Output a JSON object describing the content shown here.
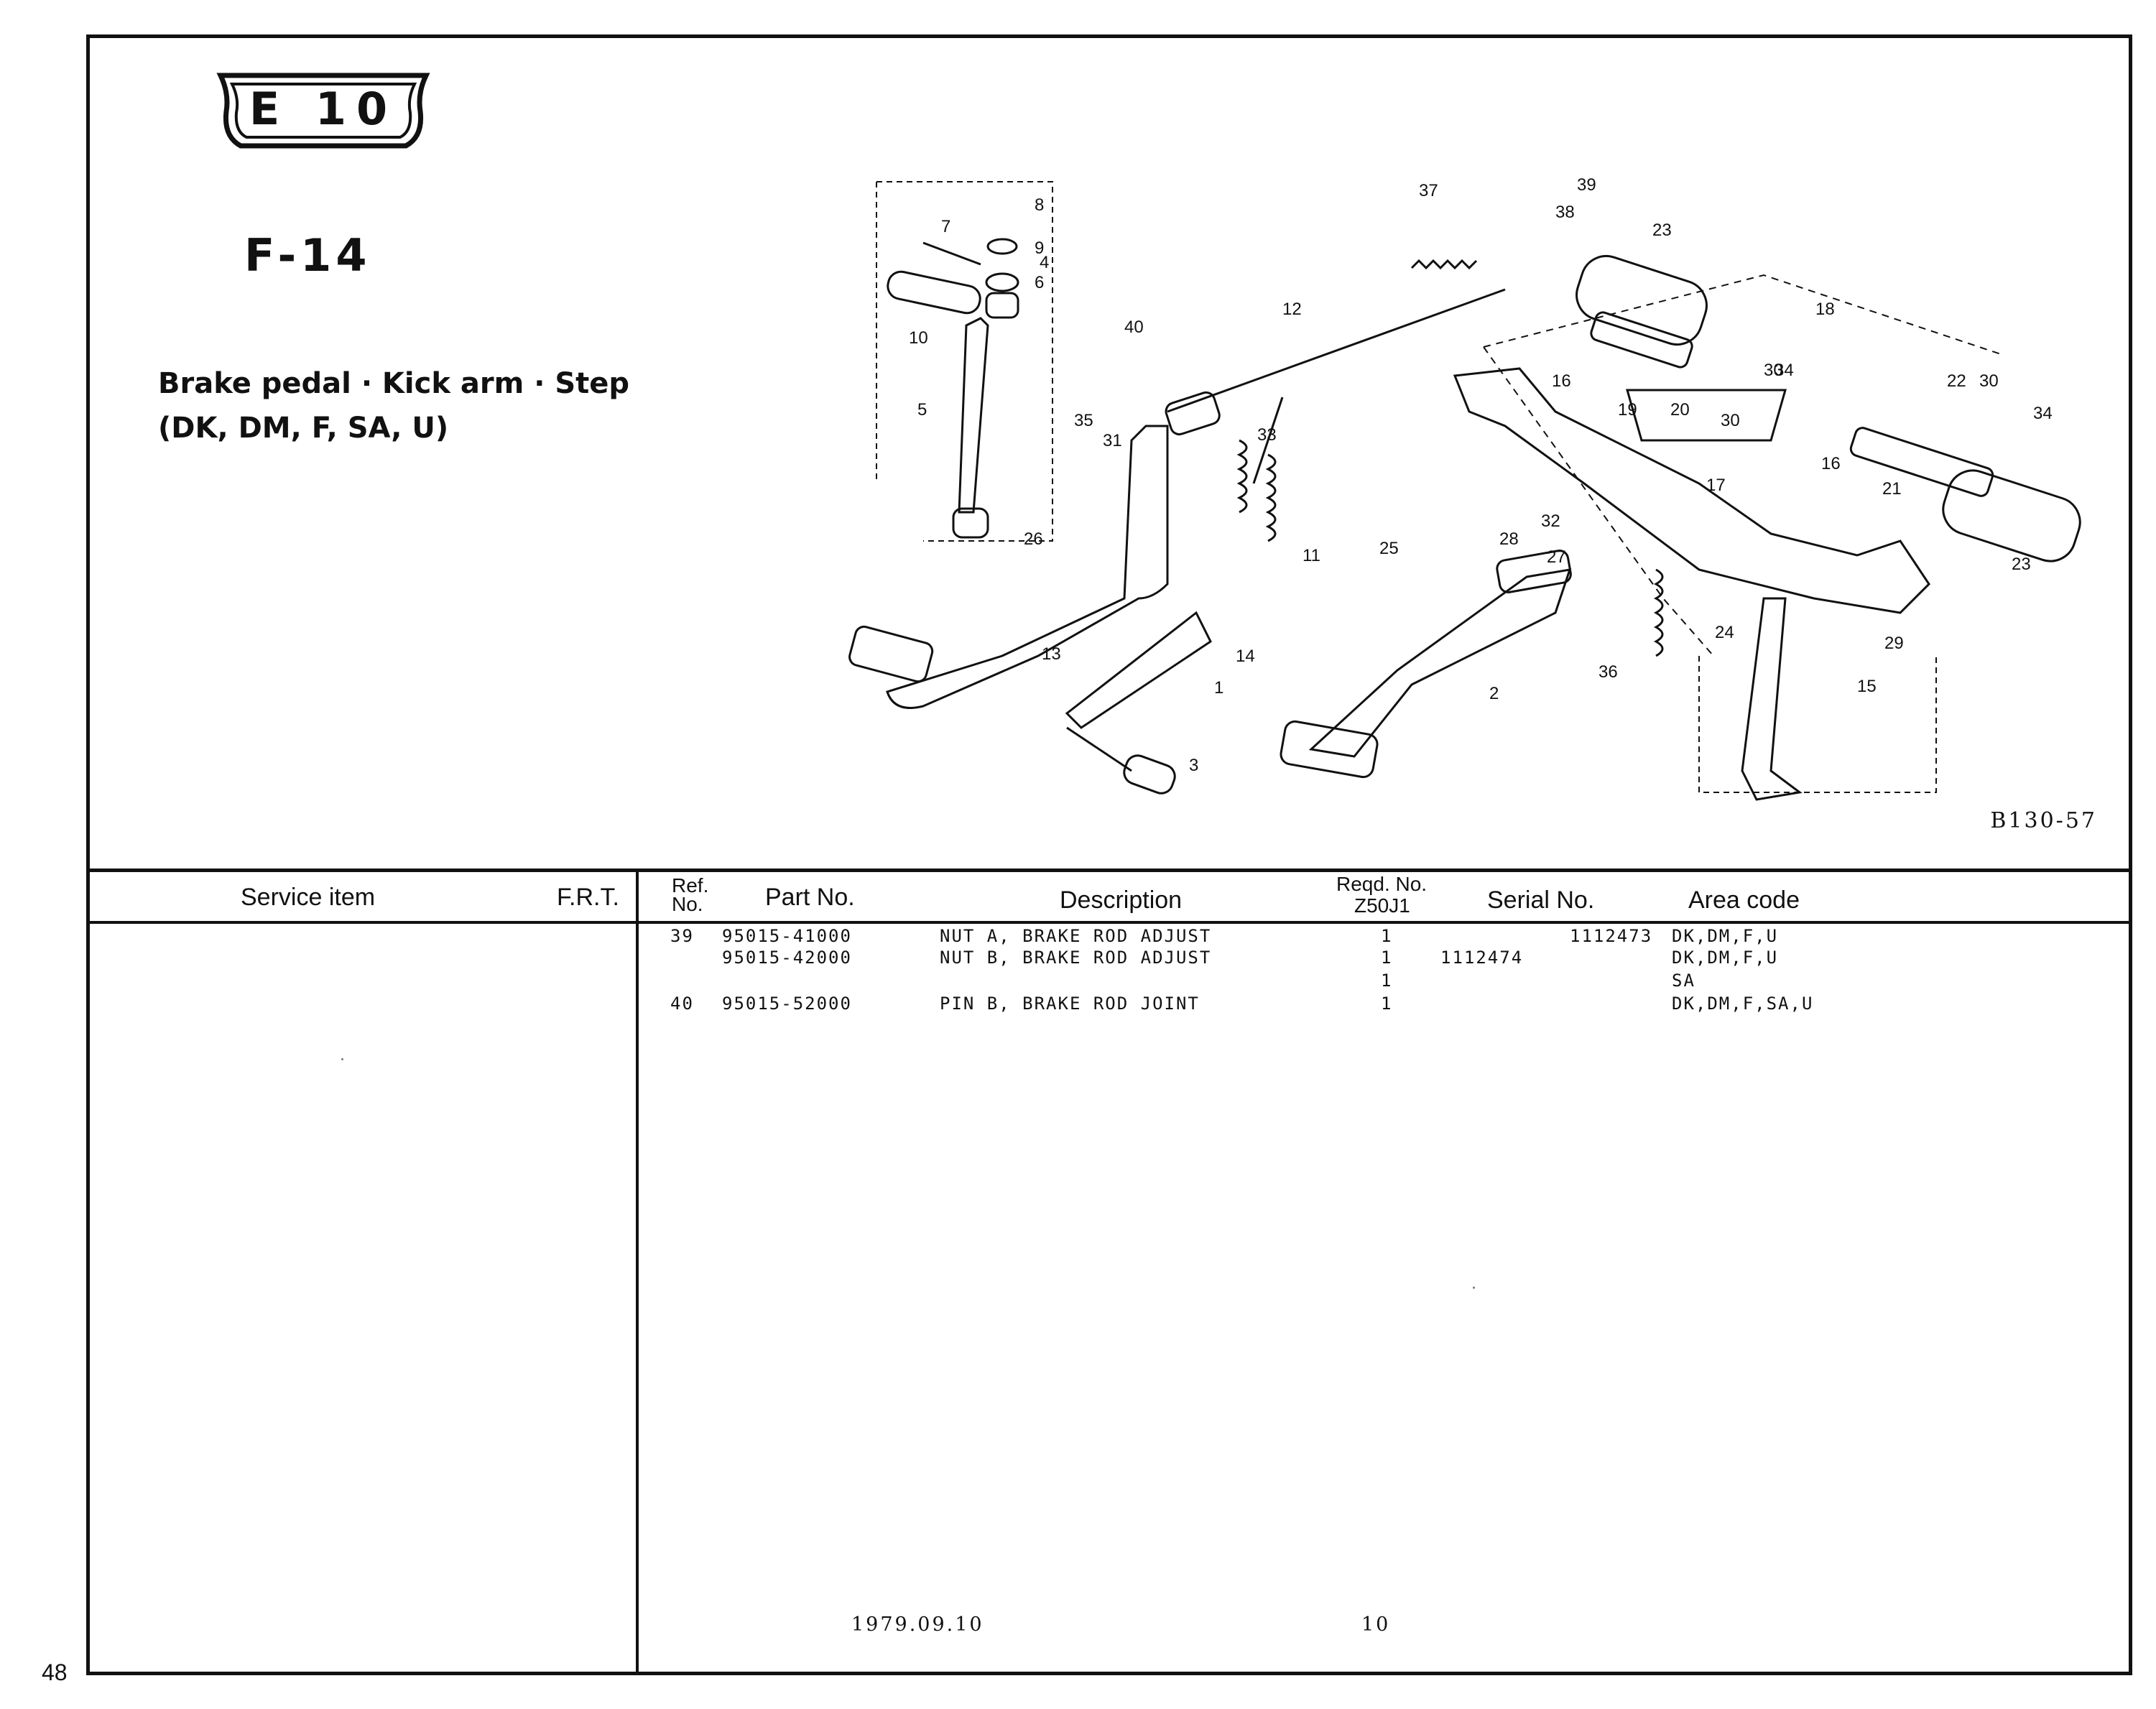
{
  "page_number": "48",
  "section_badge": "E 10",
  "figure_code": "F-14",
  "title_line1": "Brake pedal · Kick arm · Step",
  "title_line2": "(DK, DM, F, SA, U)",
  "illustration_code": "B130-57",
  "diagram_callouts": [
    "1",
    "2",
    "3",
    "4",
    "5",
    "6",
    "7",
    "8",
    "9",
    "10",
    "11",
    "12",
    "13",
    "14",
    "15",
    "16",
    "16",
    "17",
    "18",
    "19",
    "20",
    "21",
    "22",
    "23",
    "23",
    "24",
    "25",
    "26",
    "27",
    "28",
    "29",
    "30",
    "30",
    "30",
    "31",
    "32",
    "33",
    "34",
    "34",
    "35",
    "36",
    "37",
    "38",
    "39",
    "40"
  ],
  "table_headers": {
    "service_item": "Service item",
    "frt": "F.R.T.",
    "ref_no_1": "Ref.",
    "ref_no_2": "No.",
    "part_no": "Part No.",
    "description": "Description",
    "reqd_no_1": "Reqd. No.",
    "reqd_no_2": "Z50J1",
    "serial_no": "Serial No.",
    "area_code": "Area code"
  },
  "parts_rows": [
    {
      "ref": "39",
      "part": "95015-41000",
      "desc": "NUT A, BRAKE ROD ADJUST",
      "qty": "1",
      "serial_to": "1112473",
      "serial_from": "",
      "area": "DK,DM,F,U"
    },
    {
      "ref": "",
      "part": "95015-42000",
      "desc": "NUT B, BRAKE ROD ADJUST",
      "qty": "1",
      "serial_to": "",
      "serial_from": "1112474",
      "area": "DK,DM,F,U"
    },
    {
      "ref": "",
      "part": "",
      "desc": "",
      "qty": "1",
      "serial_to": "",
      "serial_from": "",
      "area": "SA"
    },
    {
      "ref": "40",
      "part": "95015-52000",
      "desc": "PIN B, BRAKE ROD JOINT",
      "qty": "1",
      "serial_to": "",
      "serial_from": "",
      "area": "DK,DM,F,SA,U"
    }
  ],
  "footer_date": "1979.09.10",
  "footer_revision": "10"
}
